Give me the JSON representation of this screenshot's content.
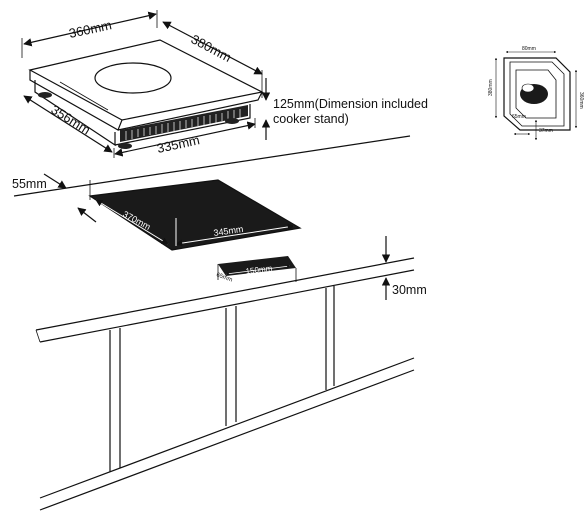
{
  "hob": {
    "dim_top_width": "360mm",
    "dim_top_depth": "380mm",
    "dim_front_depth": "356mm",
    "dim_front_width": "335mm",
    "dim_height_line1": "125mm(Dimension included",
    "dim_height_line2": "cooker stand)"
  },
  "counter": {
    "dim_offset": "55mm",
    "cutout_depth": "370mm",
    "cutout_width": "345mm",
    "vent_width": "150mm",
    "vent_depth": "65mm",
    "counter_thickness": "30mm"
  },
  "detail": {
    "dim_top": "80mm",
    "dim_left": "380mm",
    "dim_right": "360mm",
    "dim_bottom_left": "65mm",
    "dim_bottom_right": "37mm"
  }
}
